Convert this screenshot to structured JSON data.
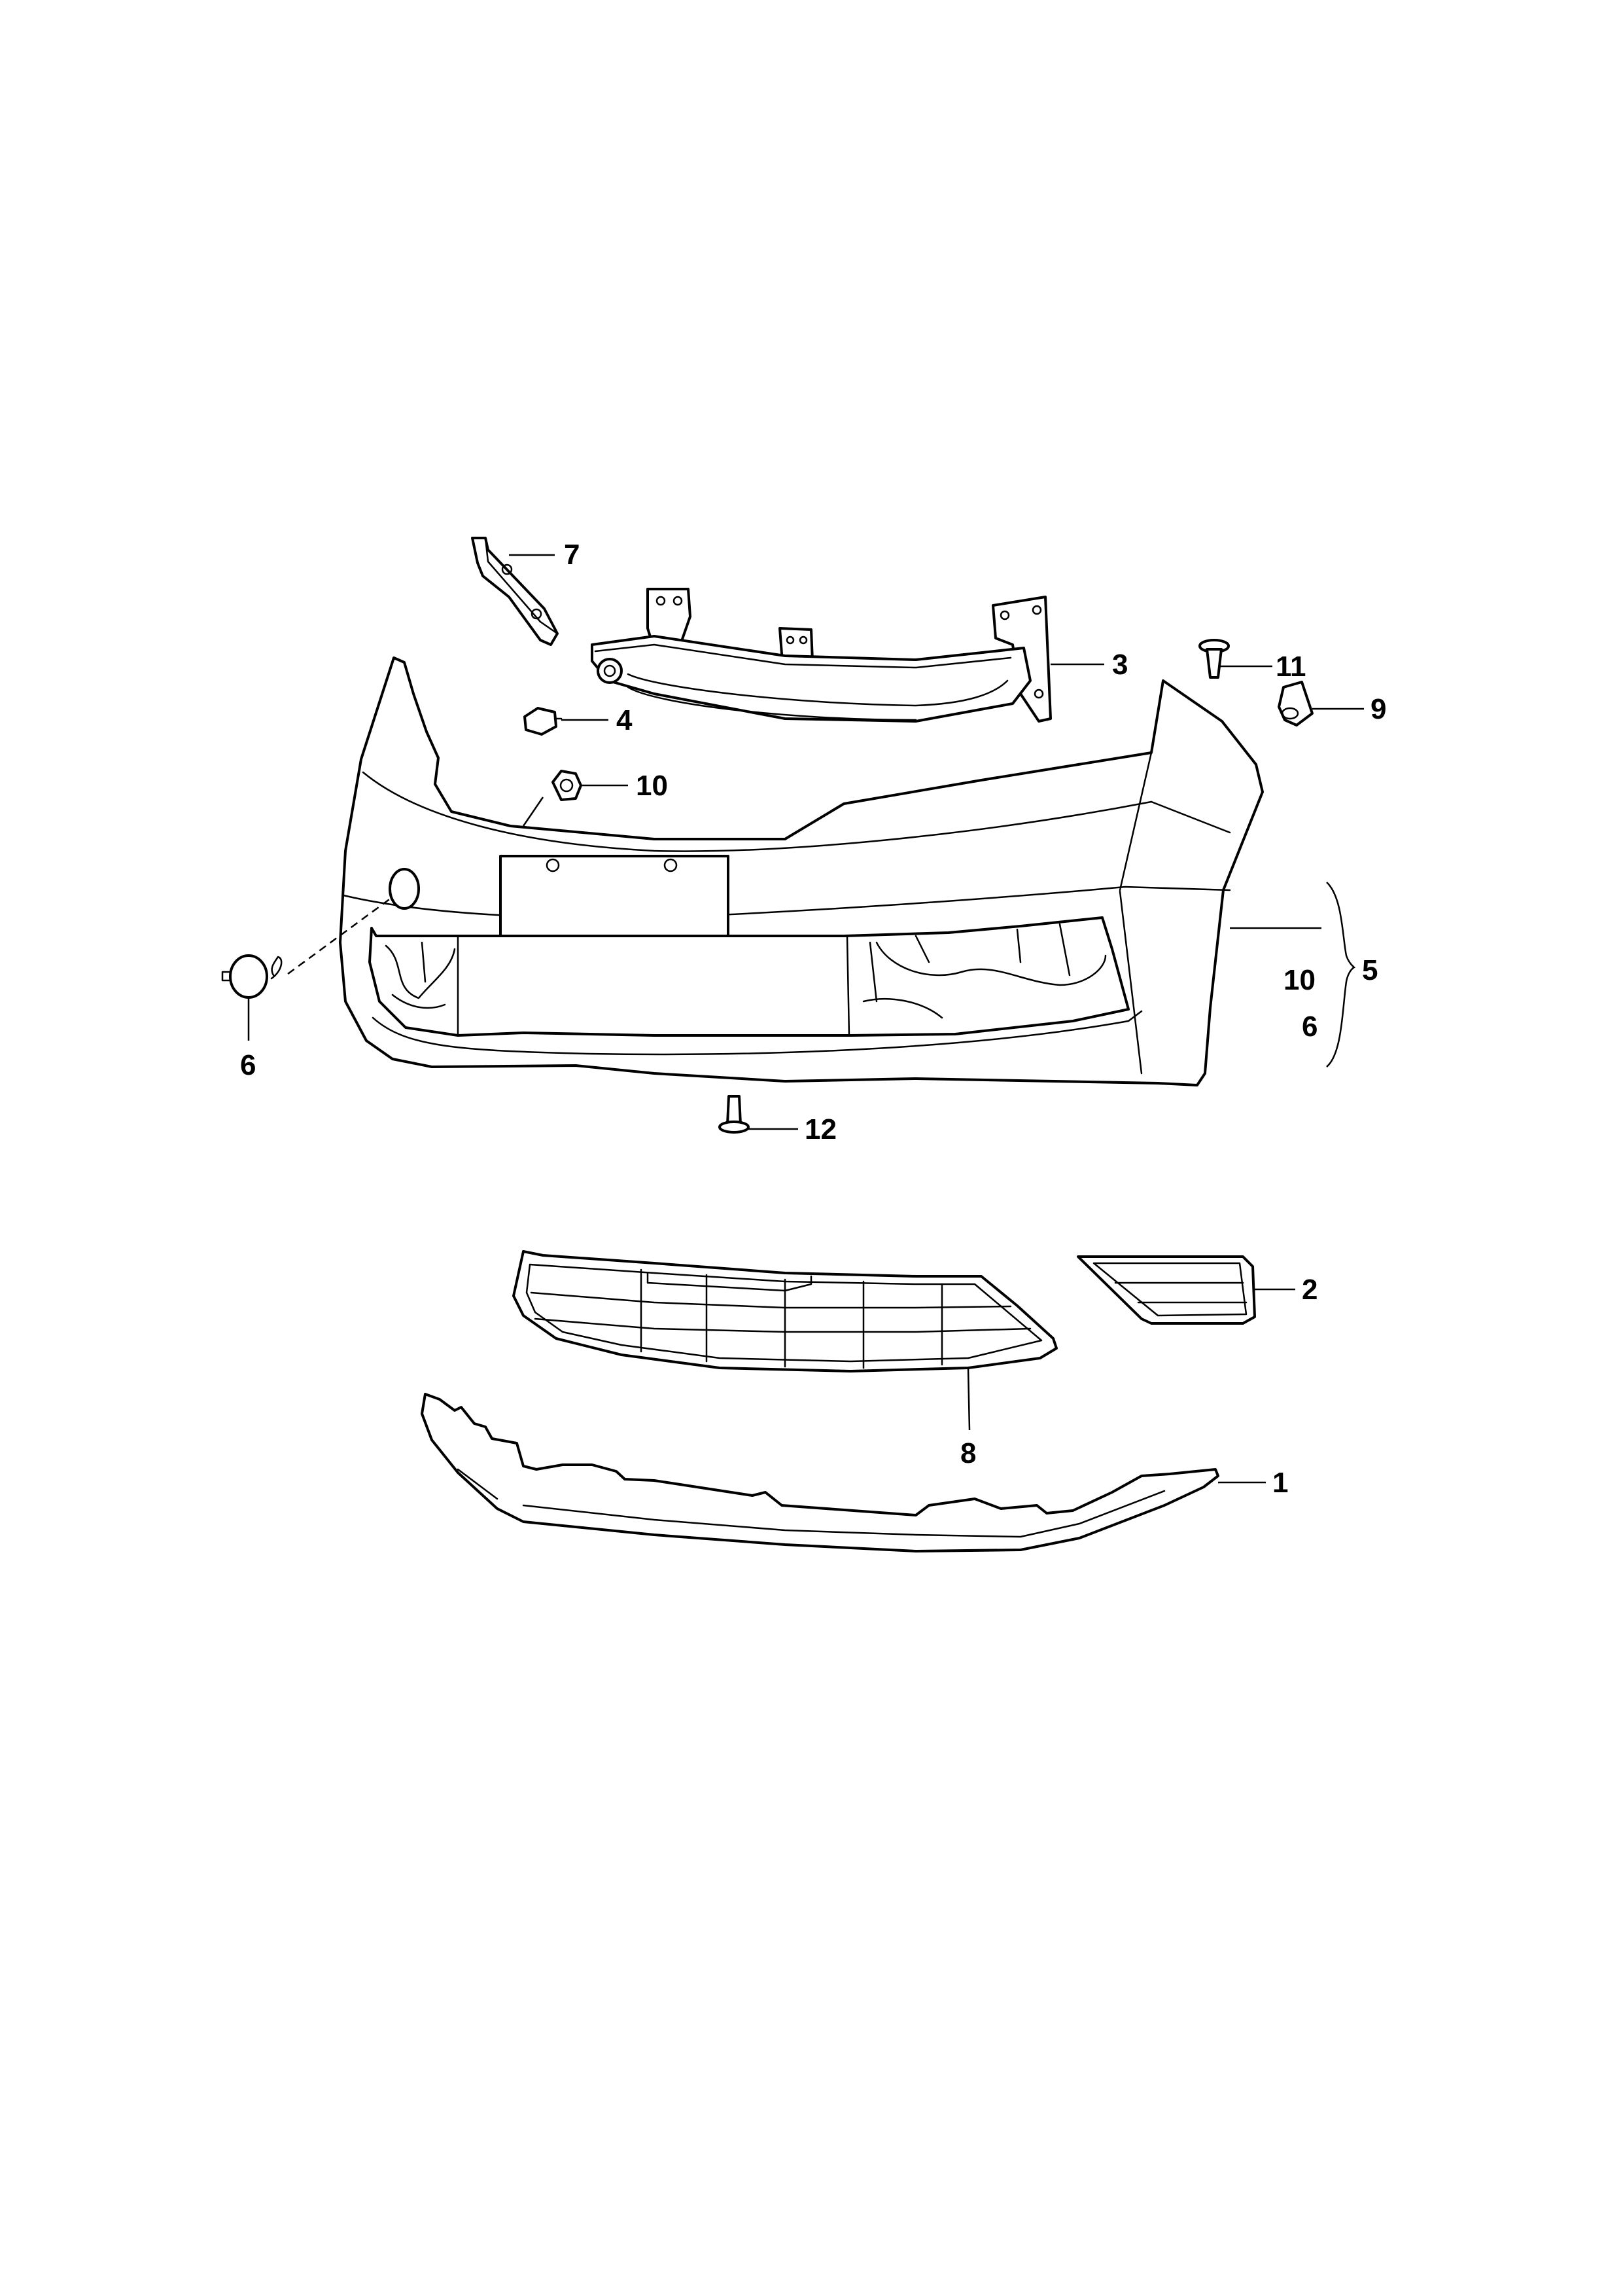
{
  "diagram": {
    "callouts": {
      "c1": "1",
      "c2": "2",
      "c3": "3",
      "c4": "4",
      "c5": "5",
      "c6_left": "6",
      "c6_group": "6",
      "c7": "7",
      "c8": "8",
      "c9": "9",
      "c10_top": "10",
      "c10_group": "10",
      "c11": "11",
      "c12": "12"
    },
    "colors": {
      "line": "#000000",
      "background": "#ffffff"
    }
  }
}
